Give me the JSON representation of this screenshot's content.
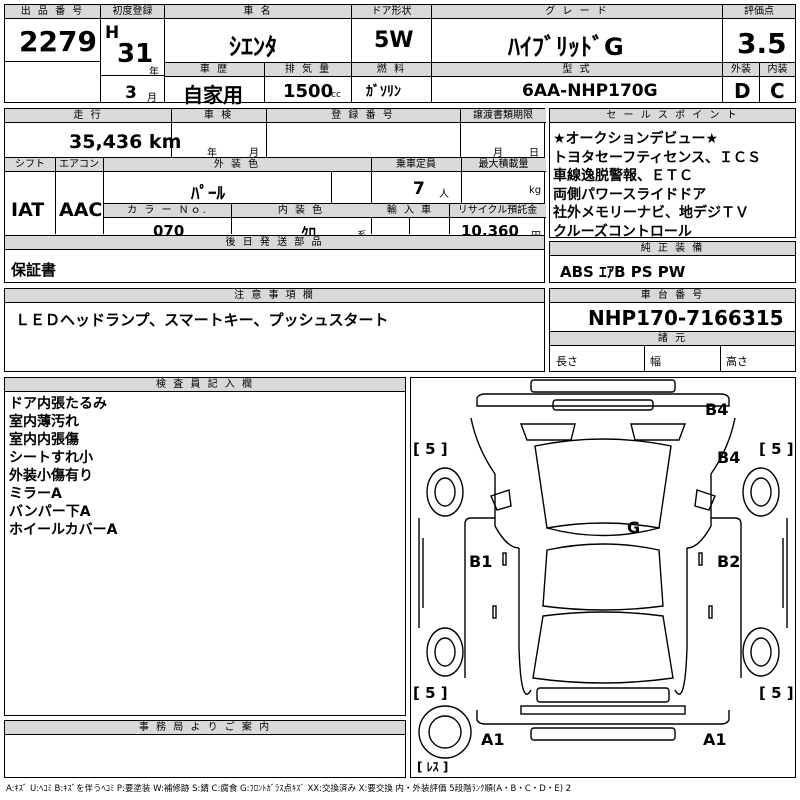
{
  "lot": {
    "label": "出 品 番 号",
    "value": "2279"
  },
  "first_reg": {
    "label": "初度登録",
    "era": "H",
    "year": "31",
    "year_unit": "年",
    "month": "3",
    "month_unit": "月"
  },
  "car_name": {
    "label": "車 名",
    "value": "ｼｴﾝﾀ"
  },
  "door": {
    "label": "ドア形状",
    "value": "5W"
  },
  "grade": {
    "label": "グ レ ー ド",
    "value": "ﾊｲﾌﾞﾘｯﾄﾞG"
  },
  "score": {
    "label": "評価点",
    "value": "3.5"
  },
  "history": {
    "label": "車 歴",
    "value": "自家用"
  },
  "displacement": {
    "label": "排 気 量",
    "value": "1500",
    "unit": "cc"
  },
  "fuel": {
    "label": "燃 料",
    "value": "ｶﾞｿﾘﾝ"
  },
  "model_code": {
    "label": "型 式",
    "value": "6AA-NHP170G"
  },
  "exterior": {
    "label": "外装",
    "value": "D"
  },
  "interior": {
    "label": "内装",
    "value": "C"
  },
  "mileage": {
    "label": "走 行",
    "value": "35,436 km"
  },
  "inspection": {
    "label": "車 検",
    "year_unit": "年",
    "month_unit": "月"
  },
  "reg_no": {
    "label": "登 録 番 号"
  },
  "transfer": {
    "label": "譲渡書類期限",
    "month_unit": "月",
    "day_unit": "日"
  },
  "shift": {
    "label": "シフト",
    "value": "IAT"
  },
  "ac": {
    "label": "エアコン",
    "value": "AAC"
  },
  "ext_color": {
    "label": "外 装 色",
    "value": "ﾊﾟｰﾙ"
  },
  "capacity": {
    "label": "乗車定員",
    "value": "7",
    "unit": "人"
  },
  "max_load": {
    "label": "最大積載量",
    "unit": "kg"
  },
  "color_no": {
    "label": "カ ラ ー Ｎｏ.",
    "value": "070"
  },
  "int_color": {
    "label": "内 装 色",
    "value": "ｸﾛ",
    "unit": "系"
  },
  "import": {
    "label": "輸 入 車"
  },
  "recycle": {
    "label": "リサイクル預託金",
    "value": "10,360",
    "unit": "円"
  },
  "later_parts": {
    "label": "後 日 発 送 部 品",
    "value": "保証書"
  },
  "sales_points": {
    "label": "セ ー ル ス ポ イ ン ト",
    "items": [
      "★オークションデビュー★",
      "トヨタセーフティセンス、ＩＣＳ",
      "車線逸脱警報、ＥＴＣ",
      "両側パワースライドドア",
      "社外メモリーナビ、地デジＴＶ",
      "クルーズコントロール"
    ]
  },
  "genuine": {
    "label": "純 正 装 備",
    "value": "ABS ｴｱB PS PW"
  },
  "notes": {
    "label": "注 意 事 項 欄",
    "value": "ＬＥＤヘッドランプ、スマートキー、プッシュスタート"
  },
  "chassis": {
    "label": "車 台 番 号",
    "value": "NHP170-7166315"
  },
  "specs": {
    "label": "諸 元",
    "length": "長さ",
    "width": "幅",
    "height": "高さ"
  },
  "inspector": {
    "label": "検 査 員 記 入 欄",
    "items": [
      "ドア内張たるみ",
      "室内薄汚れ",
      "室内内張傷",
      "シートすれ小",
      "外装小傷有り",
      "ミラーA",
      "バンパー下A",
      "ホイールカバーA"
    ]
  },
  "office": {
    "label": "事 務 局 よ り ご 案 内"
  },
  "diagram": {
    "marks": {
      "B4_top": "B4",
      "B4_right": "B4",
      "G": "G",
      "B1": "B1",
      "B2": "B2",
      "A1_left": "A1",
      "A1_right": "A1"
    },
    "tires": {
      "fl": "[ 5 ]",
      "fr": "[ 5 ]",
      "rl": "[ 5 ]",
      "rr": "[ 5 ]",
      "spare": "[ ﾚｽ ]"
    }
  },
  "legend": "A:ｷｽﾞ U:ﾍｺﾐ B:ｷｽﾞを伴うﾍｺﾐ P:要塗装 W:補修跡 S:錆 C:腐食 G:ﾌﾛﾝﾄｶﾞﾗｽ点ｷｽﾞ XX:交換済み X:要交換 内・外装評価 5段階ﾗﾝｸ順(A・B・C・D・E) 2"
}
